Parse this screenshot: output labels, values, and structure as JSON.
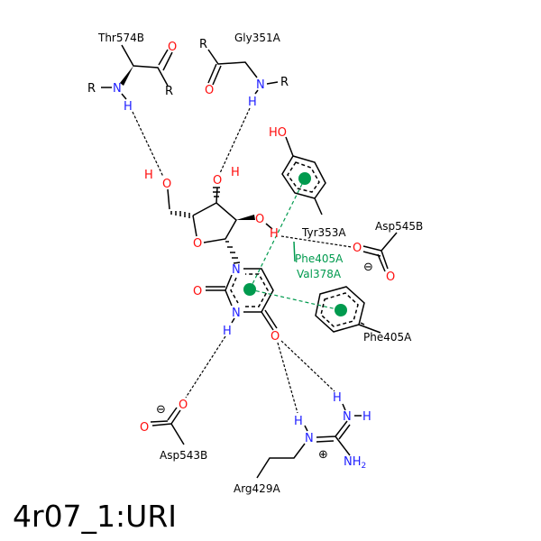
{
  "title": "4r07_1:URI",
  "residues": {
    "thr574b": "Thr574B",
    "gly351a": "Gly351A",
    "tyr353a": "Tyr353A",
    "asp545b": "Asp545B",
    "phe405a": "Phe405A",
    "asp543b": "Asp543B",
    "arg429a": "Arg429A",
    "hydrophobic_1": "Phe405A",
    "hydrophobic_2": "Val378A"
  },
  "atoms": {
    "O": "O",
    "N": "N",
    "H": "H",
    "R": "R",
    "HO": "HO",
    "NH": "N",
    "NH2": "NH",
    "sub2": "2",
    "minus": "⊖",
    "plus": "⊕"
  },
  "colors": {
    "oxygen": "#ff0d0d",
    "nitrogen": "#2020ff",
    "interaction": "#009a4e"
  }
}
